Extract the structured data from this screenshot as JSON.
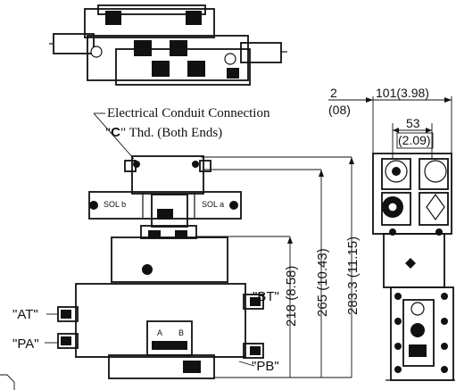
{
  "callout": {
    "line1": "Electrical Conduit Connection",
    "line2_prefix": "\"",
    "line2_bold": "C",
    "line2_suffix": "\" Thd. (Both Ends)"
  },
  "ports": {
    "at": "\"AT\"",
    "pa": "\"PA\"",
    "bt": "\"BT\"",
    "pb": "\"PB\""
  },
  "solenoids": {
    "b": "SOL b",
    "a": "SOL a"
  },
  "valve_ports": {
    "a": "A",
    "b": "B"
  },
  "dimensions": {
    "d218": "218 (8.58)",
    "d265": "265 (10.43)",
    "d283": "283.3 (11.15)",
    "top_2": "2",
    "top_08": "(08)",
    "width_101": "101(3.98)",
    "width_53": "53",
    "width_209": "(2.09)"
  },
  "colors": {
    "ink": "#111111",
    "background": "#ffffff"
  }
}
